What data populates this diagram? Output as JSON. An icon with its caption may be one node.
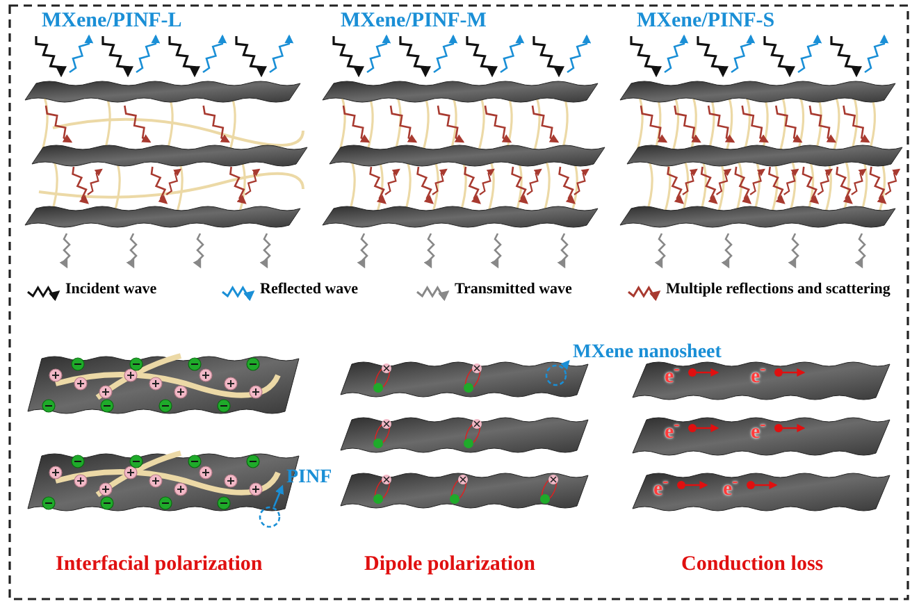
{
  "diagram": {
    "nodes": [
      {
        "text": [
          "MXene nanosheet"
        ]
      },
      {
        "text": [],
        "shape": "circle"
      },
      {
        "text": [
          "PINF"
        ]
      },
      {
        "text": [],
        "shape": "circle"
      }
    ],
    "edges": [
      {
        "from": 1,
        "to": 0,
        "arrow": "to"
      },
      {
        "from": 3,
        "to": 2,
        "arrow": "to"
      }
    ],
    "labels": [
      "MXene/PINF-L",
      "MXene/PINF-M",
      "MXene/PINF-S",
      "e$^{-}$",
      "e$^{-}$",
      "e$^{-}$",
      "e$^{-}$",
      "e$^{-}$",
      "e$^{-}$",
      "Interfacial polarization",
      "Dipole polarization",
      "Conduction loss"
    ],
    "legend": [
      {
        "text": "Incident wave"
      },
      {
        "text": "Reflected wave"
      },
      {
        "text": "Transmitted wave"
      },
      {
        "text": "Multiple reflections and scattering"
      }
    ]
  }
}
